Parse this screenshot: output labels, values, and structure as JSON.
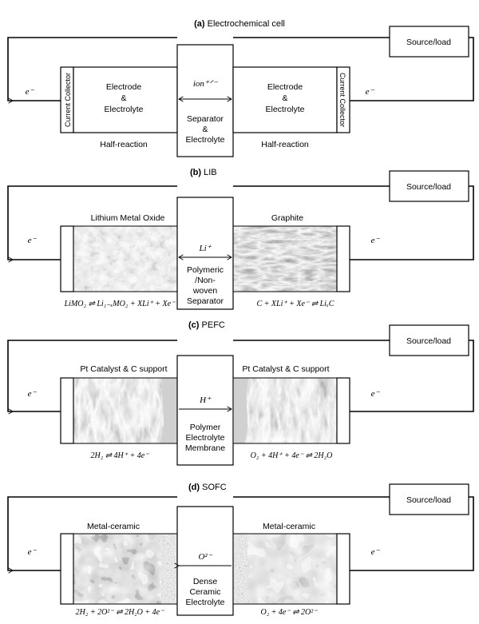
{
  "cell": {
    "title_letter": "(a)",
    "title": "Electrochemical cell",
    "source": "Source/load",
    "electron_left": "e⁻",
    "electron_right": "e⁻",
    "current_collector": "Current Collector",
    "left_electrode": [
      "Electrode",
      "&",
      "Electrolyte"
    ],
    "right_electrode": [
      "Electrode",
      "&",
      "Electrolyte"
    ],
    "ion": "ion⁺ᐟ⁻",
    "separator": [
      "Separator",
      "&",
      "Electrolyte"
    ],
    "half_left": "Half-reaction",
    "half_right": "Half-reaction"
  },
  "lib": {
    "title_letter": "(b)",
    "title": "LIB",
    "source": "Source/load",
    "electron_left": "e⁻",
    "electron_right": "e⁻",
    "left_material": "Lithium Metal Oxide",
    "right_material": "Graphite",
    "ion": "Li⁺",
    "separator": [
      "Polymeric",
      "/Non-",
      "woven",
      "Separator"
    ],
    "eq_left": "LiMO₂ ⇌ Li₁₋ₓMO₂ + XLi⁺ + Xe⁻",
    "eq_right": "C + XLi⁺ + Xe⁻ ⇌ LiₓC"
  },
  "pefc": {
    "title_letter": "(c)",
    "title": "PEFC",
    "source": "Source/load",
    "electron_left": "e⁻",
    "electron_right": "e⁻",
    "left_material": "Pt Catalyst & C support",
    "right_material": "Pt Catalyst & C support",
    "ion": "H⁺",
    "separator": [
      "Polymer",
      "Electrolyte",
      "Membrane"
    ],
    "eq_left": "2H₂ ⇌ 4H⁺ + 4e⁻",
    "eq_right": "O₂ + 4H⁺ + 4e⁻ ⇌ 2H₂O"
  },
  "sofc": {
    "title_letter": "(d)",
    "title": "SOFC",
    "source": "Source/load",
    "electron_left": "e⁻",
    "electron_right": "e⁻",
    "left_material": "Metal-ceramic",
    "right_material": "Metal-ceramic",
    "ion": "O²⁻",
    "separator": [
      "Dense",
      "Ceramic",
      "Electrolyte"
    ],
    "eq_left": "2H₂ + 2O²⁻ ⇌ 2H₂O + 4e⁻",
    "eq_right": "O₂ + 4e⁻ ⇌ 2O²⁻"
  },
  "colors": {
    "line": "#000000",
    "background": "#ffffff",
    "micrograph_light": "#d9d9d9",
    "micrograph_mid": "#8c8c8c",
    "micrograph_dark": "#3a3a3a"
  }
}
